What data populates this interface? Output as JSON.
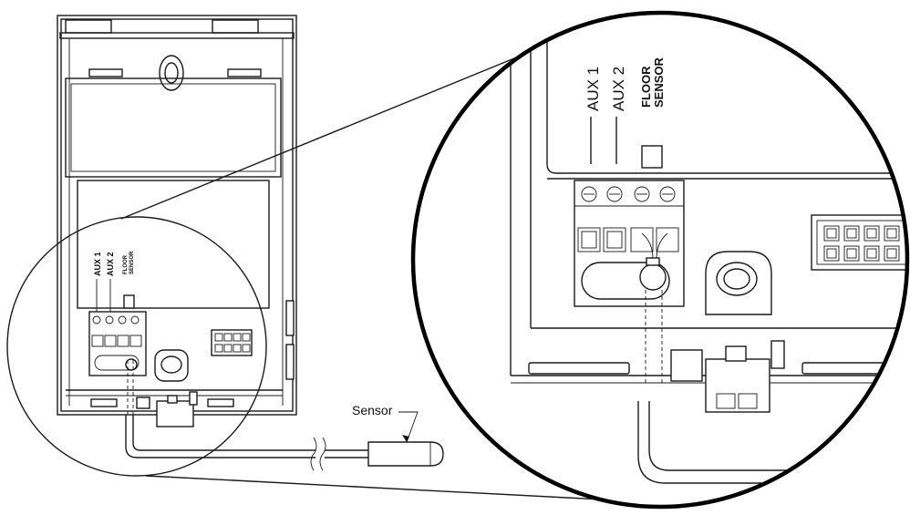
{
  "labels": {
    "aux1": "AUX 1",
    "aux2": "AUX 2",
    "floor": "FLOOR",
    "sensor_word": "SENSOR",
    "sensor_callout": "Sensor"
  }
}
